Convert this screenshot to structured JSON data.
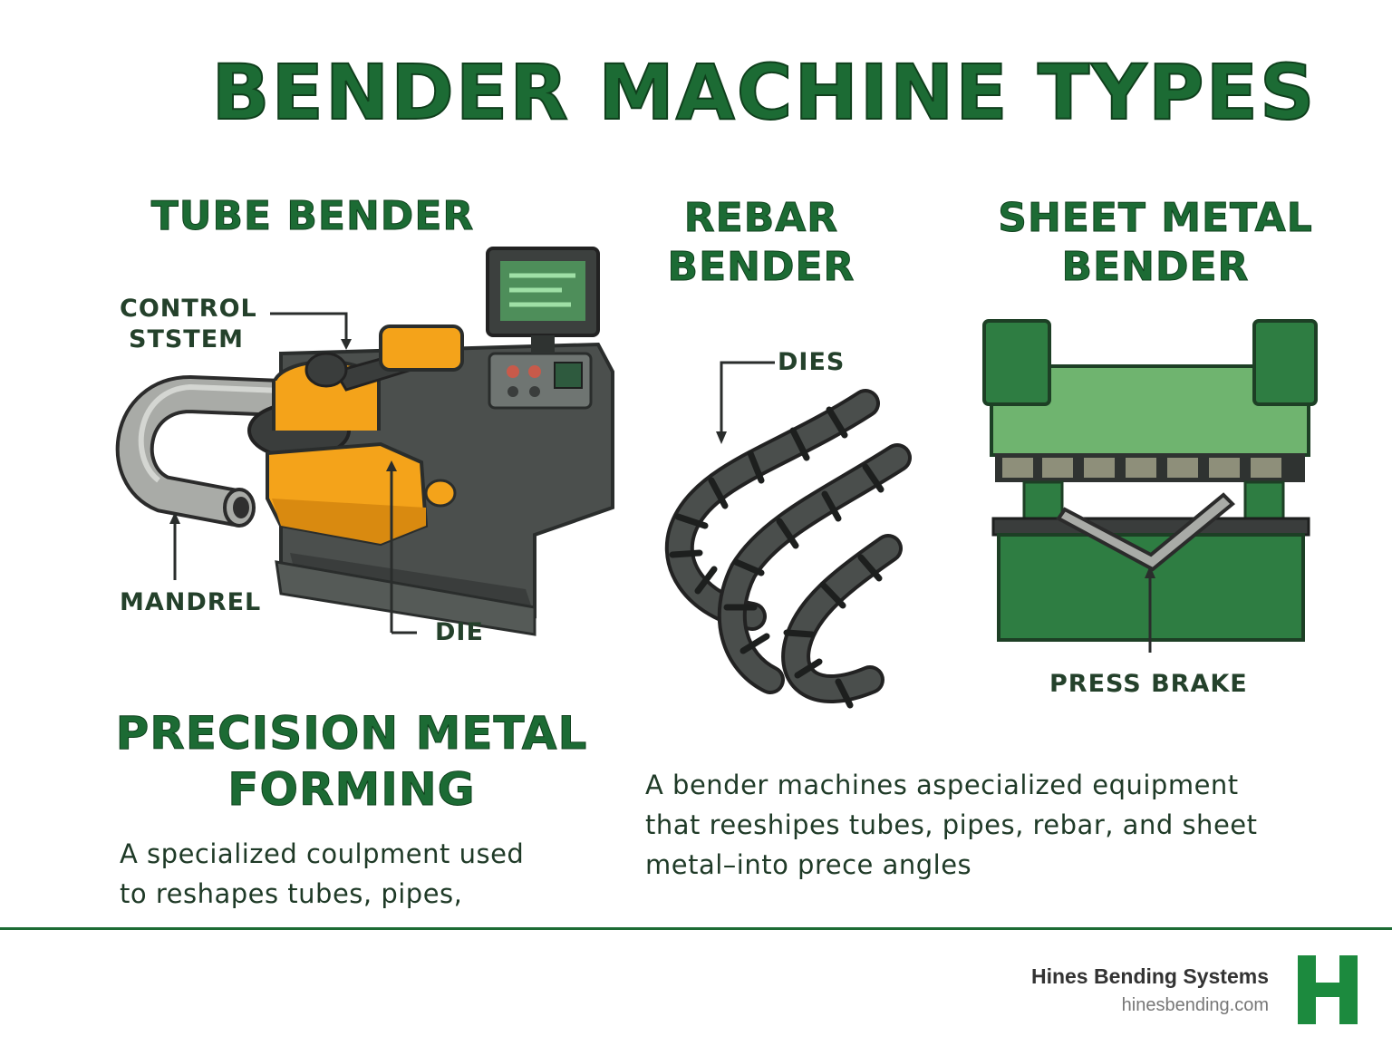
{
  "title": "BENDER MACHINE TYPES",
  "sections": {
    "tube": {
      "heading": "TUBE BENDER",
      "labels": {
        "control_line1": "CONTROL",
        "control_line2": "STSTEM",
        "mandrel": "MANDREL",
        "die": "DIE"
      }
    },
    "rebar": {
      "heading_line1": "REBAR",
      "heading_line2": "BENDER",
      "labels": {
        "dies": "DIES"
      }
    },
    "sheet": {
      "heading_line1": "SHEET METAL",
      "heading_line2": "BENDER",
      "labels": {
        "press_brake": "PRESS BRAKE"
      }
    }
  },
  "precision": {
    "heading_line1": "PRECISION METAL",
    "heading_line2": "FORMING",
    "text_line1": "A specialized coulpment used",
    "text_line2": "to reshapes tubes, pipes,"
  },
  "description": {
    "line1": "A bender machines aspecialized equipment",
    "line2": "that reeshipes tubes, pipes, rebar, and sheet",
    "line3": "metal–into prece angles"
  },
  "footer": {
    "company": "Hines Bending Systems",
    "url": "hinesbending.com",
    "logo_letter": "H"
  },
  "colors": {
    "brand_green": "#1c6b34",
    "light_green": "#6fb46f",
    "machine_orange": "#f4a31a",
    "machine_gray": "#4b4f4d"
  }
}
